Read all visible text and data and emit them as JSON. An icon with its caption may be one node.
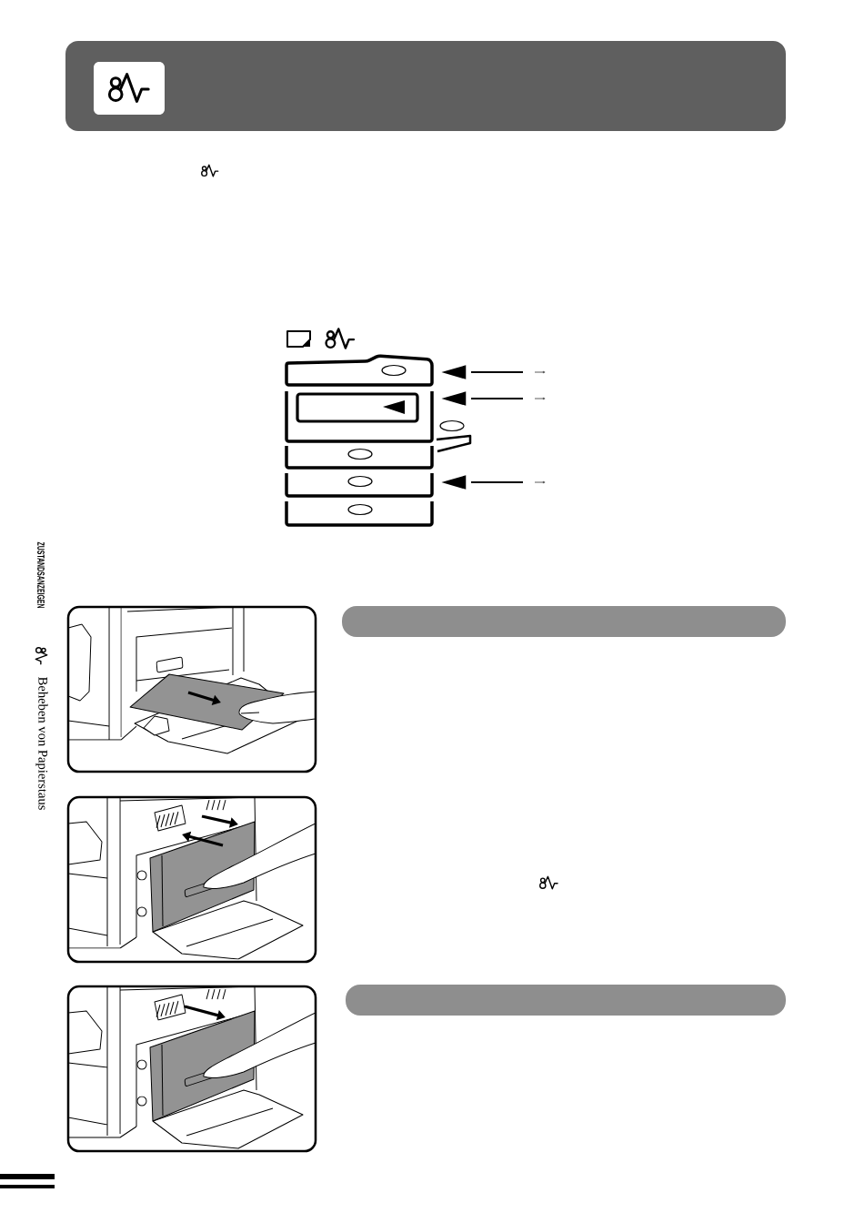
{
  "diagram": {
    "nodes": [
      {
        "text": [],
        "shape": "picture"
      },
      {
        "text": [],
        "shape": "picture"
      },
      {
        "text": [],
        "shape": "picture"
      },
      {
        "text": [],
        "shape": "picture"
      },
      {
        "text": [],
        "shape": "picture"
      },
      {
        "text": [],
        "shape": "bar"
      },
      {
        "text": [],
        "shape": "bar"
      }
    ],
    "edges": [
      {
        "from": null,
        "to": 0,
        "arrow": "to"
      },
      {
        "from": null,
        "to": 1,
        "arrow": "to"
      },
      {
        "from": null,
        "to": 3,
        "arrow": "to"
      }
    ],
    "labels": [
      "ZUSTANDSANZEIGEN",
      "Beheben von Papierstaus"
    ]
  }
}
